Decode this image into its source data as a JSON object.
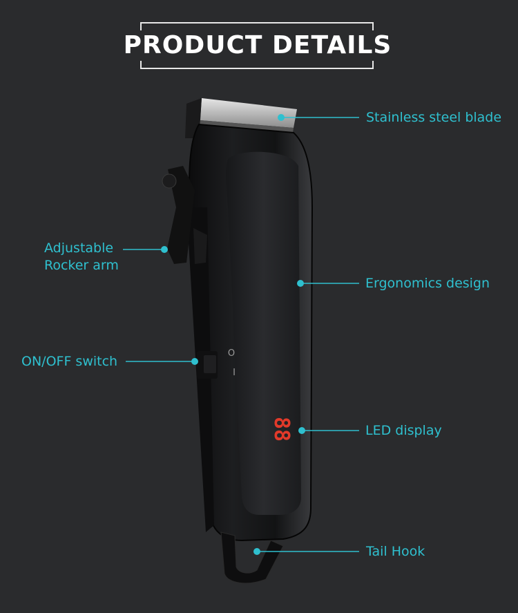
{
  "title": "PRODUCT DETAILS",
  "accent_color": "#2fc0cf",
  "background_color": "#2a2b2d",
  "features": {
    "blade": "Stainless steel blade",
    "rocker_line1": "Adjustable",
    "rocker_line2": "Rocker arm",
    "ergonomics": "Ergonomics design",
    "switch": "ON/OFF switch",
    "led": "LED display",
    "tail": "Tail Hook"
  },
  "led_readout": "88",
  "switch_marks": [
    "O",
    "I"
  ]
}
